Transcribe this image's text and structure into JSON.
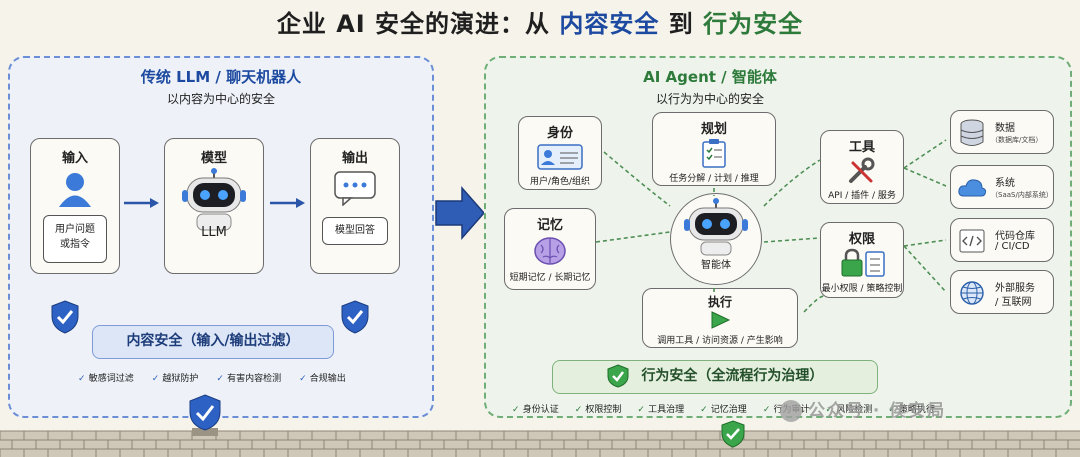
{
  "title": {
    "prefix": "企业 AI 安全的演进：从",
    "from": "内容安全",
    "mid": "到",
    "to": "行为安全"
  },
  "left": {
    "title": "传统 LLM / 聊天机器人",
    "subtitle": "以内容为中心的安全",
    "input": {
      "title": "输入",
      "note": "用户问题\n或指令"
    },
    "model": {
      "title": "模型",
      "label": "LLM"
    },
    "output": {
      "title": "输出",
      "note": "模型回答"
    },
    "bar": "内容安全（输入/输出过滤）",
    "features": [
      "敏感词过滤",
      "越狱防护",
      "有害内容检测",
      "合规输出"
    ]
  },
  "right": {
    "title": "AI Agent / 智能体",
    "subtitle": "以行为为中心的安全",
    "identity": {
      "title": "身份",
      "desc": "用户/角色/组织"
    },
    "planning": {
      "title": "规划",
      "desc": "任务分解 / 计划 / 推理"
    },
    "memory": {
      "title": "记忆",
      "desc": "短期记忆 / 长期记忆"
    },
    "agent": {
      "label": "智能体"
    },
    "execute": {
      "title": "执行",
      "desc": "调用工具 / 访问资源 / 产生影响"
    },
    "tools": {
      "title": "工具",
      "desc": "API / 插件 / 服务"
    },
    "permission": {
      "title": "权限",
      "desc": "最小权限 / 策略控制"
    },
    "resources": [
      {
        "name": "数据",
        "desc": "（数据库/文档）"
      },
      {
        "name": "系统",
        "desc": "（SaaS/内部系统）"
      },
      {
        "name": "代码仓库",
        "desc": "/ CI/CD"
      },
      {
        "name": "外部服务",
        "desc": "/ 互联网"
      }
    ],
    "bar": "行为安全（全流程行为治理）",
    "features": [
      "身份认证",
      "权限控制",
      "工具治理",
      "记忆治理",
      "行为审计",
      "风险检测",
      "策略执行"
    ]
  },
  "watermark": "公众号 · 侯安局",
  "colors": {
    "blue": "#1d4aa0",
    "green": "#2d7a3b"
  }
}
